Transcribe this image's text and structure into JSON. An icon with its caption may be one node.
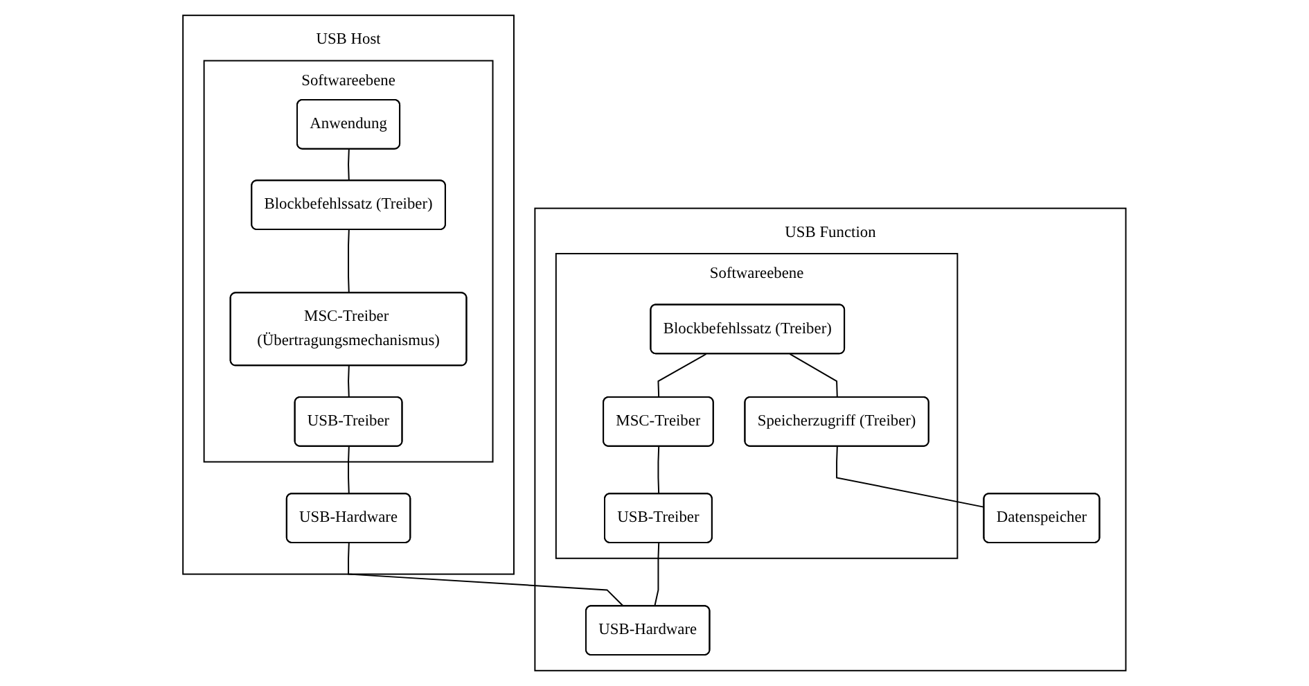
{
  "diagram": {
    "nodes": [
      {
        "text": [
          "USB Host"
        ]
      },
      {
        "text": [
          "Softwareebene"
        ],
        "in": 0
      },
      {
        "text": [
          "Anwendung"
        ],
        "in": 1
      },
      {
        "text": [
          "Blockbefehlssatz (Treiber)"
        ],
        "in": 1
      },
      {
        "text": [
          "MSC-Treiber (Übertragungsmechanismus)"
        ],
        "in": 1
      },
      {
        "text": [
          "USB-Treiber"
        ],
        "in": 1
      },
      {
        "text": [
          "USB-Hardware"
        ],
        "in": 0
      },
      {
        "text": [
          "USB Function"
        ]
      },
      {
        "text": [
          "Softwareebene"
        ],
        "in": 7
      },
      {
        "text": [
          "Blockbefehlssatz (Treiber)"
        ],
        "in": 8
      },
      {
        "text": [
          "MSC-Treiber"
        ],
        "in": 8
      },
      {
        "text": [
          "Speicherzugriff (Treiber)"
        ],
        "in": 8
      },
      {
        "text": [
          "USB-Treiber"
        ],
        "in": 8
      },
      {
        "text": [
          "USB-Hardware"
        ],
        "in": 7
      },
      {
        "text": [
          "Datenspeicher"
        ],
        "in": 7
      }
    ],
    "edges": [
      {
        "from": 2,
        "to": 3,
        "arrow": "none"
      },
      {
        "from": 3,
        "to": 4,
        "arrow": "none"
      },
      {
        "from": 4,
        "to": 5,
        "arrow": "none"
      },
      {
        "from": 5,
        "to": 6,
        "arrow": "none"
      },
      {
        "from": 6,
        "to": 13,
        "arrow": "none"
      },
      {
        "from": 9,
        "to": 10,
        "arrow": "none"
      },
      {
        "from": 9,
        "to": 11,
        "arrow": "none"
      },
      {
        "from": 10,
        "to": 12,
        "arrow": "none"
      },
      {
        "from": 12,
        "to": 13,
        "arrow": "none"
      },
      {
        "from": 11,
        "to": 14,
        "arrow": "none"
      }
    ]
  }
}
